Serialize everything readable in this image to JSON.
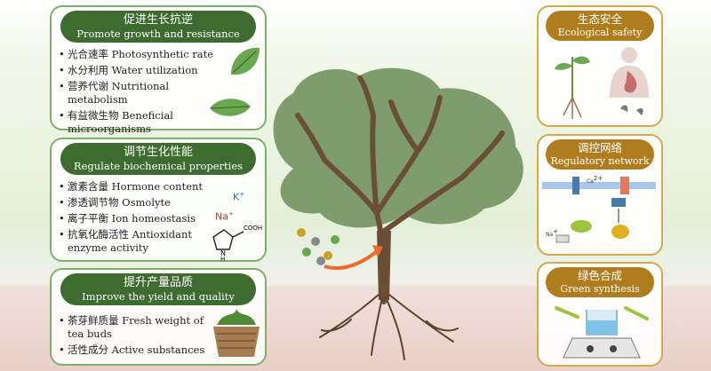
{
  "colors": {
    "left_header": "#3e6b2f",
    "left_border": "#7fb069",
    "right_header": "#b07d1e",
    "right_border": "#d6a94a",
    "arrow": "#ee6a2a"
  },
  "left_panels": [
    {
      "title_zh": "促进生长抗逆",
      "title_en": "Promote growth and resistance",
      "items": [
        {
          "zh": "光合速率",
          "en": "Photosynthetic rate"
        },
        {
          "zh": "水分利用",
          "en": "Water utilization"
        },
        {
          "zh": "营养代谢",
          "en": "Nutritional metabolism"
        },
        {
          "zh": "有益微生物",
          "en": "Beneficial microorganisms"
        }
      ]
    },
    {
      "title_zh": "调节生化性能",
      "title_en": "Regulate biochemical properties",
      "items": [
        {
          "zh": "激素含量",
          "en": "Hormone content"
        },
        {
          "zh": "渗透调节物",
          "en": "Osmolyte"
        },
        {
          "zh": "离子平衡",
          "en": "Ion homeostasis"
        },
        {
          "zh": "抗氧化酶活性",
          "en": "Antioxidant enzyme activity"
        }
      ]
    },
    {
      "title_zh": "提升产量品质",
      "title_en": "Improve the yield and quality",
      "items": [
        {
          "zh": "茶芽鲜质量",
          "en": "Fresh weight of tea buds"
        },
        {
          "zh": "活性成分",
          "en": "Active substances"
        }
      ]
    }
  ],
  "right_panels": [
    {
      "title_zh": "生态安全",
      "title_en": "Ecological safety"
    },
    {
      "title_zh": "调控网络",
      "title_en": "Regulatory network"
    },
    {
      "title_zh": "绿色合成",
      "title_en": "Green synthesis"
    }
  ],
  "ions": {
    "k": "K",
    "k_charge": "+",
    "na": "Na",
    "na_charge": "+"
  },
  "molecule": {
    "cooh": "COOH",
    "nh": "N",
    "h": "H"
  },
  "network_labels": {
    "ca": "Ca",
    "ca_charge": "2+",
    "na": "Na",
    "na_charge": "+"
  },
  "icons": [
    "leaf-icon",
    "basket-icon",
    "proline-structure",
    "seedling-icon",
    "human-body-icon",
    "membrane-icon",
    "hotplate-icon",
    "nanoparticle-icon",
    "tree-illustration"
  ]
}
